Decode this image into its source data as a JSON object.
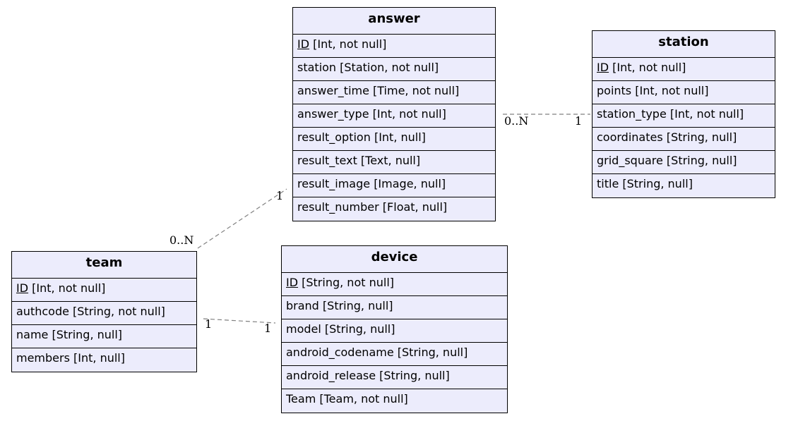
{
  "entities": {
    "answer": {
      "title": "answer",
      "attributes": [
        {
          "pk": "ID",
          "rest": " [Int, not null]"
        },
        {
          "pk": "",
          "rest": "station [Station, not null]"
        },
        {
          "pk": "",
          "rest": "answer_time [Time, not null]"
        },
        {
          "pk": "",
          "rest": "answer_type [Int, not null]"
        },
        {
          "pk": "",
          "rest": "result_option [Int, null]"
        },
        {
          "pk": "",
          "rest": "result_text [Text, null]"
        },
        {
          "pk": "",
          "rest": "result_image [Image, null]"
        },
        {
          "pk": "",
          "rest": "result_number [Float, null]"
        }
      ]
    },
    "station": {
      "title": "station",
      "attributes": [
        {
          "pk": "ID",
          "rest": " [Int, not null]"
        },
        {
          "pk": "",
          "rest": "points [Int, not null]"
        },
        {
          "pk": "",
          "rest": "station_type [Int, not null]"
        },
        {
          "pk": "",
          "rest": "coordinates [String, null]"
        },
        {
          "pk": "",
          "rest": "grid_square [String, null]"
        },
        {
          "pk": "",
          "rest": "title [String, null]"
        }
      ]
    },
    "team": {
      "title": "team",
      "attributes": [
        {
          "pk": "ID",
          "rest": " [Int, not null]"
        },
        {
          "pk": "",
          "rest": "authcode [String, not null]"
        },
        {
          "pk": "",
          "rest": "name [String, null]"
        },
        {
          "pk": "",
          "rest": "members [Int, null]"
        }
      ]
    },
    "device": {
      "title": "device",
      "attributes": [
        {
          "pk": "ID",
          "rest": " [String, not null]"
        },
        {
          "pk": "",
          "rest": "brand [String, null]"
        },
        {
          "pk": "",
          "rest": "model [String, null]"
        },
        {
          "pk": "",
          "rest": "android_codename [String, null]"
        },
        {
          "pk": "",
          "rest": "android_release [String, null]"
        },
        {
          "pk": "",
          "rest": "Team [Team, not null]"
        }
      ]
    }
  },
  "relations": {
    "answer_station": {
      "from_card": "0..N",
      "to_card": "1"
    },
    "team_answer": {
      "from_card": "0..N",
      "to_card": "1"
    },
    "team_device": {
      "from_card": "1",
      "to_card": "1"
    }
  },
  "colors": {
    "entity_fill": "#ececfc",
    "line": "#808080"
  }
}
